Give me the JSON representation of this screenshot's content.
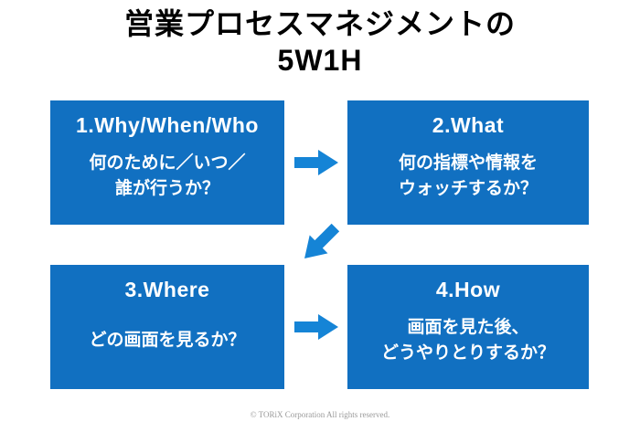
{
  "title": {
    "line1": "営業プロセスマネジメントの",
    "line2": "5W1H"
  },
  "boxes": [
    {
      "heading": "1.Why/When/Who",
      "body": "何のために／いつ／\n誰が行うか？"
    },
    {
      "heading": "2.What",
      "body": "何の指標や情報を\nウォッチするか？"
    },
    {
      "heading": "3.Where",
      "body": "どの画面を見るか？"
    },
    {
      "heading": "4.How",
      "body": "画面を見た後、\nどうやりとりするか？"
    }
  ],
  "arrows": [
    {
      "name": "arrow-right-icon"
    },
    {
      "name": "arrow-down-left-icon"
    },
    {
      "name": "arrow-right-icon"
    }
  ],
  "colors": {
    "box_blue": "#1170c1",
    "arrow_blue": "#1584d6",
    "title_black": "#000000",
    "footer_gray": "#9a9a9a"
  },
  "footer": "© TORiX Corporation All rights reserved."
}
